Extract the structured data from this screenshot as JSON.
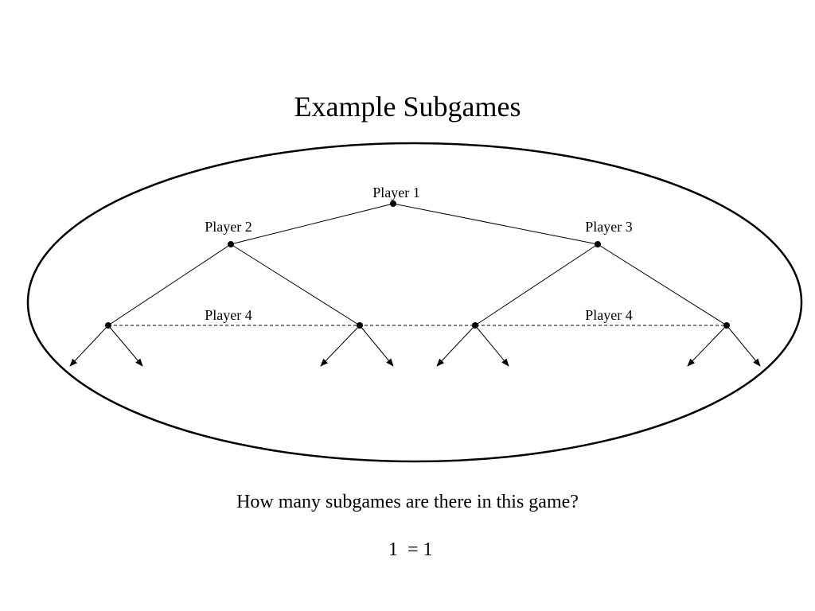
{
  "slide": {
    "title": "Example Subgames",
    "question": "How many subgames are there in this game?",
    "answer": {
      "left": "1",
      "right": "= 1"
    }
  },
  "diagram": {
    "players": {
      "root": "Player 1",
      "left": "Player 2",
      "right": "Player 3",
      "info_set_left": "Player 4",
      "info_set_right": "Player 4"
    },
    "colors": {
      "line": "#000000",
      "background": "#ffffff"
    }
  }
}
